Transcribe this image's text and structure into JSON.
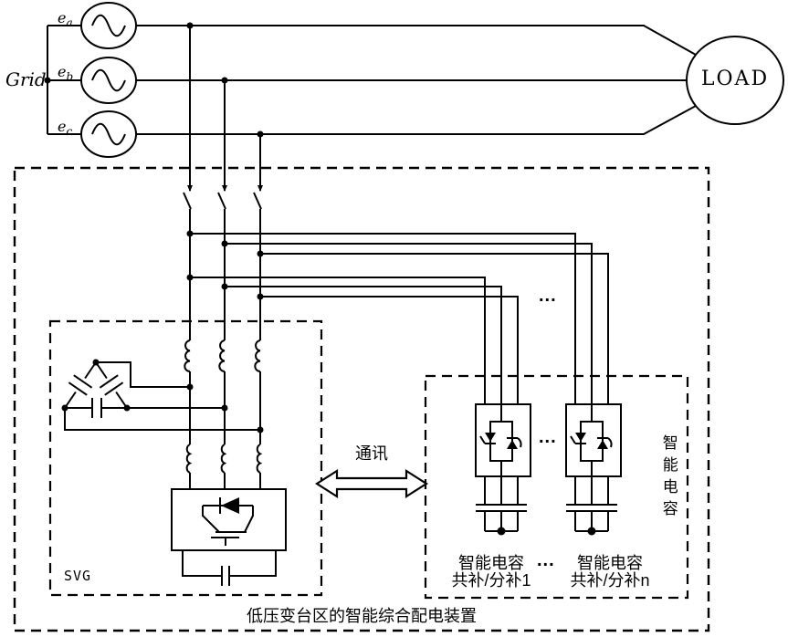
{
  "labels": {
    "grid": "Grid",
    "load": "LOAD",
    "svg_box": "SVG",
    "comm": "通讯",
    "smart_cap_side": "智能电容",
    "ellipsis": "...",
    "bottom_caption": "低压变台区的智能综合配电装置"
  },
  "sources": [
    {
      "base": "e",
      "sub": "a"
    },
    {
      "base": "e",
      "sub": "b"
    },
    {
      "base": "e",
      "sub": "c"
    }
  ],
  "modules": [
    {
      "line1": "智能电容",
      "line2": "共补/分补1"
    },
    {
      "line1": "智能电容",
      "line2": "共补/分补n"
    }
  ],
  "colors": {
    "line": "#000000",
    "background": "#ffffff"
  }
}
